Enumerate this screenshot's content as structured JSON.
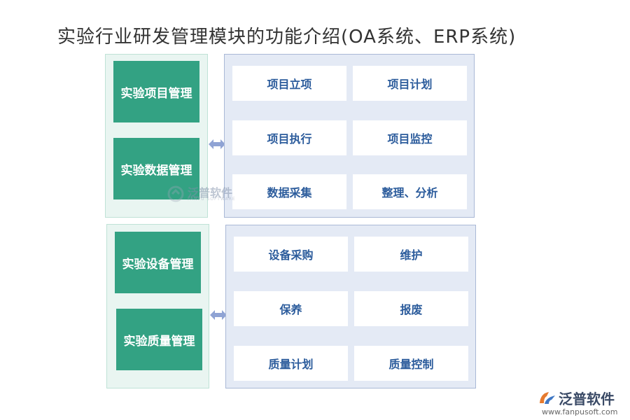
{
  "title": "实验行业研发管理模块的功能介绍(OA系统、ERP系统)",
  "groups": [
    {
      "modules": [
        "实验项目管理",
        "实验数据管理"
      ],
      "functions": [
        "项目立项",
        "项目计划",
        "项目执行",
        "项目监控",
        "数据采集",
        "整理、分析"
      ]
    },
    {
      "modules": [
        "实验设备管理",
        "实验质量管理"
      ],
      "functions": [
        "设备采购",
        "维护",
        "保养",
        "报废",
        "质量计划",
        "质量控制"
      ]
    }
  ],
  "watermark": {
    "name": "泛普软件",
    "sub": "FANPU SOFTWARE"
  },
  "logo": {
    "name": "泛普软件",
    "url": "www.fanpusoft.com"
  },
  "colors": {
    "module_green": "#33a283",
    "panel_green": "#e9f5f1",
    "panel_blue": "#e4eaf5",
    "function_text": "#2c5c9c",
    "arrow": "#8fa3d4"
  }
}
